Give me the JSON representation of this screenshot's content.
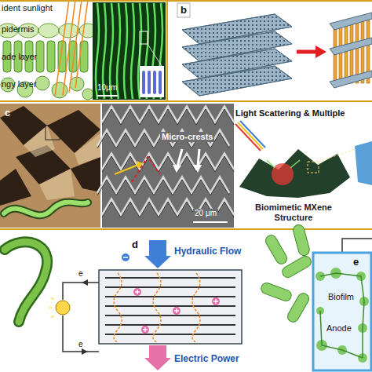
{
  "diagram": {
    "labels": [
      "ident sunlight",
      "pidermis",
      "ade layer",
      "ngy layer",
      "10μm",
      "b",
      "c",
      "Micro-crests",
      "20 μm",
      "Light Scattering & Multiple",
      "Biomimetic MXene Structure",
      "d",
      "Hydraulic Flow",
      "Electric Power",
      "e",
      "e",
      "e",
      "Biofilm",
      "Anode"
    ]
  }
}
